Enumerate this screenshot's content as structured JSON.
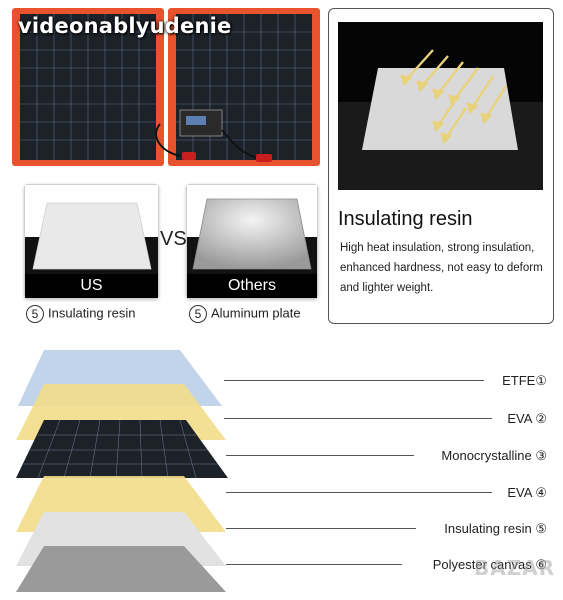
{
  "watermark_top": "videonablyudenie",
  "comparison": {
    "left_caption": "US",
    "right_caption": "Others",
    "vs": "VS",
    "left_label_num": "5",
    "left_label": "Insulating resin",
    "right_label_num": "5",
    "right_label": "Aluminum plate"
  },
  "resin_box": {
    "title": "Insulating resin",
    "description": "High heat insulation, strong insulation, enhanced hardness, not easy to deform and lighter weight."
  },
  "layers": [
    {
      "label": "ETFE①"
    },
    {
      "label": "EVA ②"
    },
    {
      "label": "Monocrystalline ③"
    },
    {
      "label": "EVA ④"
    },
    {
      "label": "Insulating resin ⑤"
    },
    {
      "label": "Polyester canvas ⑥"
    }
  ],
  "watermark_bottom": "BAZAR",
  "colors": {
    "panel_frame": "#e8532e",
    "cell_dark": "#1d2128",
    "etfe": "#b7cde6",
    "eva": "#f2dd8a",
    "resin": "#e2e2e2",
    "canvas": "#9a9a9a"
  }
}
